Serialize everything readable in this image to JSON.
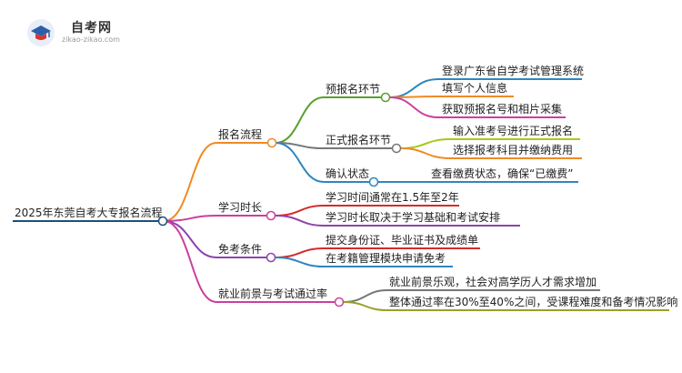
{
  "logo": {
    "brand": "自考网",
    "url": "zikao-zikao.com"
  },
  "mindmap": {
    "root": "2025年东莞自考大专报名流程",
    "branches": [
      {
        "label": "报名流程",
        "children": [
          {
            "label": "预报名环节",
            "children": [
              "登录广东省自学考试管理系统",
              "填写个人信息",
              "获取预报名号和相片采集"
            ]
          },
          {
            "label": "正式报名环节",
            "children": [
              "输入准考号进行正式报名",
              "选择报考科目并缴纳费用"
            ]
          },
          {
            "label": "确认状态",
            "children": [
              "查看缴费状态，确保“已缴费”"
            ]
          }
        ]
      },
      {
        "label": "学习时长",
        "children": [
          "学习时间通常在1.5年至2年",
          "学习时长取决于学习基础和考试安排"
        ]
      },
      {
        "label": "免考条件",
        "children": [
          "提交身份证、毕业证书及成绩单",
          "在考籍管理模块申请免考"
        ]
      },
      {
        "label": "就业前景与考试通过率",
        "children": [
          "就业前景乐观，社会对高学历人才需求增加",
          "整体通过率在30%至40%之间，受课程难度和备考情况影响"
        ]
      }
    ]
  },
  "colors": {
    "root_line": "#1f4e79",
    "orange": "#f08a24",
    "green": "#5aa02c",
    "blue": "#2e86c1",
    "pink": "#cc3fa0",
    "yellowgreen": "#a8c81a",
    "grey": "#777777",
    "red": "#d62b2b",
    "purple": "#8e44ad",
    "olive": "#9aa02a",
    "node_fill": "#ffffff"
  }
}
